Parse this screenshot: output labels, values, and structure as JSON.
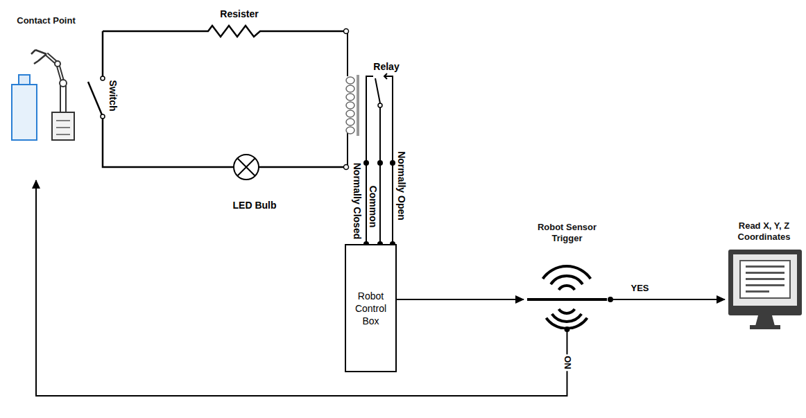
{
  "diagram": {
    "nodes": [
      {
        "text": [
          "Contact Point"
        ]
      },
      {
        "text": [
          "Robot Control Box"
        ]
      },
      {
        "text": [
          "Robot Sensor Trigger"
        ]
      },
      {
        "text": [
          "Read X, Y, Z Coordinates"
        ]
      }
    ],
    "edges": [
      {
        "from": 1,
        "to": 2,
        "arrow": "to"
      },
      {
        "from": 2,
        "to": 3,
        "label": "YES",
        "arrow": "to"
      },
      {
        "from": 2,
        "to": 0,
        "label": "ON",
        "arrow": "to"
      }
    ],
    "labels": [
      "Resister",
      "Switch",
      "Relay",
      "LED Bulb",
      "Normally Closed",
      "Common",
      "Normally Open"
    ]
  }
}
